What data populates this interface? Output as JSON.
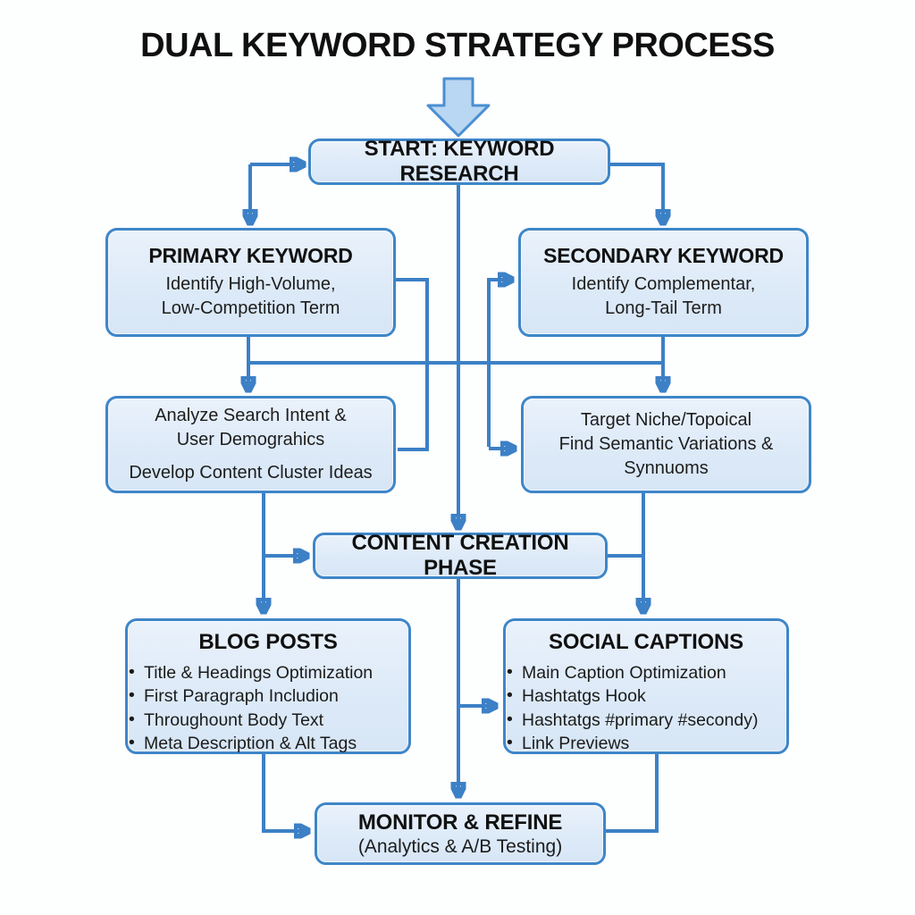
{
  "title": "DUAL KEYWORD STRATEGY PROCESS",
  "colors": {
    "connector_blue": "#3c80c6",
    "box_border": "#3e86c8",
    "box_fill": "#ddeaf8",
    "block_arrow_fill": "#b9d6f2",
    "text": "#111111",
    "background": "#fdfefe"
  },
  "nodes": {
    "start": {
      "label": "START: KEYWORD RESEARCH"
    },
    "primary": {
      "title": "PRIMARY KEYWORD",
      "line1": "Identify High-Volume,",
      "line2": "Low-Competition Term"
    },
    "secondary": {
      "title": "SECONDARY KEYWORD",
      "line1": "Identify Complementar,",
      "line2": "Long-Tail Term"
    },
    "analyze": {
      "line1": "Analyze Search Intent &",
      "line2": "User Demograhics",
      "line3": "Develop Content Cluster Ideas"
    },
    "target": {
      "line1": "Target Niche/Topoical",
      "line2": "Find Semantic Variations &",
      "line3": "Synnuoms"
    },
    "content": {
      "label": "CONTENT CREATION PHASE"
    },
    "blog": {
      "title": "BLOG POSTS",
      "items": [
        "Title & Headings Optimization",
        "First Paragraph Includion",
        "Throughoυnt Body Text",
        "Meta Description & Alt Tags"
      ]
    },
    "social": {
      "title": "SOCIAL CAPTIONS",
      "items": [
        "Main Caption Optimization",
        "Hashtatgs Hook",
        "Hashtatgs #primary #secondy)",
        "Link Previews"
      ]
    },
    "monitor": {
      "title": "MONITOR & REFINE",
      "subtitle": "(Analytics & A/B Testing)"
    }
  }
}
